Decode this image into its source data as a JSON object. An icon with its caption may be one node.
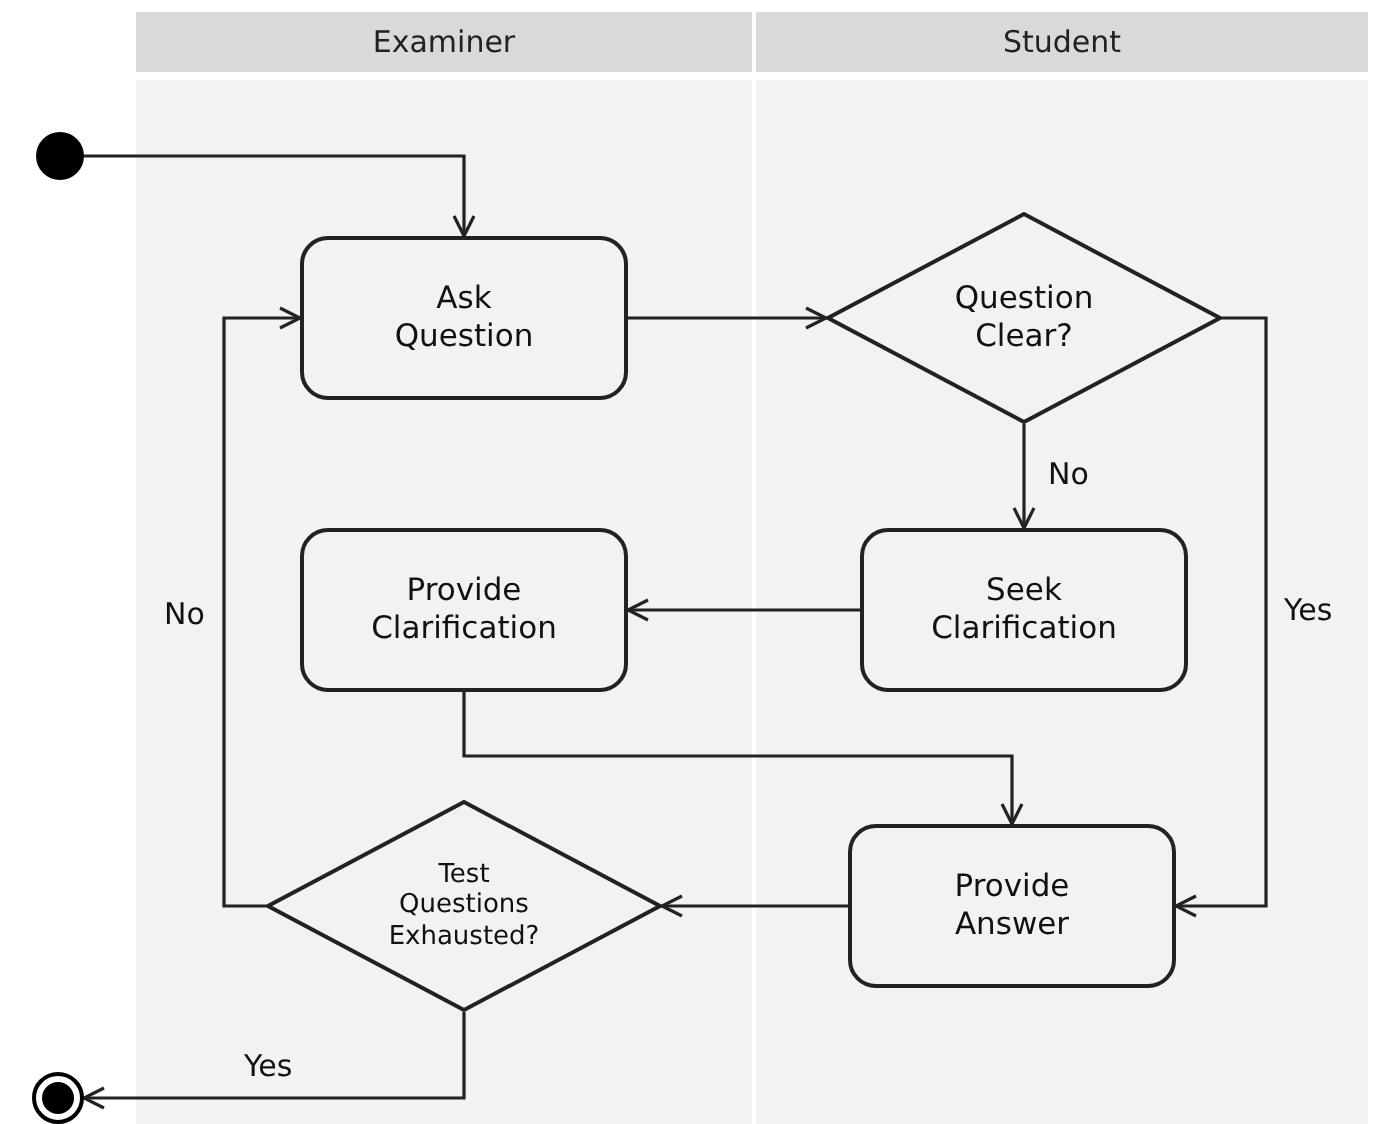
{
  "diagram": {
    "nodes": [
      {
        "text": [
          "Examiner"
        ]
      },
      {
        "text": [
          "Student"
        ]
      },
      {
        "text": [],
        "shape": "circle"
      },
      {
        "text": [
          "Ask Question"
        ],
        "in": 0
      },
      {
        "text": [
          "Question Clear?"
        ],
        "in": 1
      },
      {
        "text": [
          "Provide Clarification"
        ],
        "in": 0
      },
      {
        "text": [
          "Seek Clarification"
        ],
        "in": 1
      },
      {
        "text": [
          "Test Questions Exhausted?"
        ],
        "in": 0
      },
      {
        "text": [
          "Provide Answer"
        ],
        "in": 1
      },
      {
        "text": [],
        "shape": "circle"
      }
    ],
    "edges": [
      {
        "from": 2,
        "to": 3,
        "arrow": "to"
      },
      {
        "from": 3,
        "to": 4,
        "arrow": "to"
      },
      {
        "from": 4,
        "to": 6,
        "arrow": "to",
        "label": "No"
      },
      {
        "from": 4,
        "to": 8,
        "arrow": "to",
        "label": "Yes"
      },
      {
        "from": 6,
        "to": 5,
        "arrow": "to"
      },
      {
        "from": 5,
        "to": 8,
        "arrow": "to"
      },
      {
        "from": 8,
        "to": 7,
        "arrow": "to"
      },
      {
        "from": 7,
        "to": 3,
        "arrow": "to",
        "label": "No"
      },
      {
        "from": 7,
        "to": 9,
        "arrow": "to",
        "label": "Yes"
      }
    ]
  }
}
